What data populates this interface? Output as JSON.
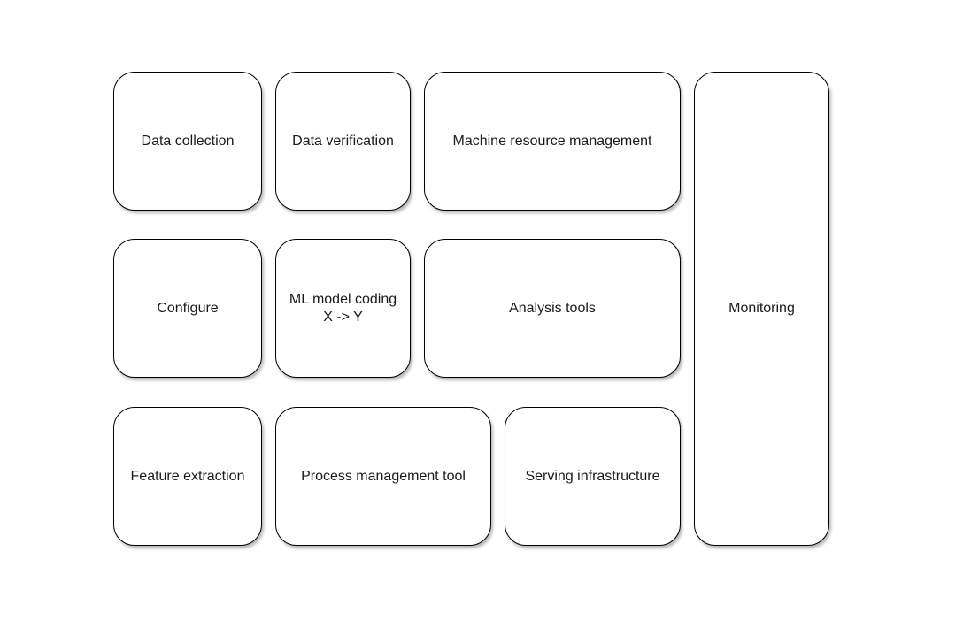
{
  "diagram": {
    "boxes": {
      "data_collection": "Data collection",
      "data_verification": "Data verification",
      "machine_resource_management": "Machine resource management",
      "monitoring": "Monitoring",
      "configure": "Configure",
      "ml_model_coding": {
        "line1": "ML model coding",
        "line2": "X -> Y"
      },
      "analysis_tools": "Analysis tools",
      "feature_extraction": "Feature extraction",
      "process_management_tool": "Process management tool",
      "serving_infrastructure": "Serving infrastructure"
    },
    "colors": {
      "border": "#000000",
      "background": "#ffffff",
      "text": "#1a1a1a"
    }
  }
}
